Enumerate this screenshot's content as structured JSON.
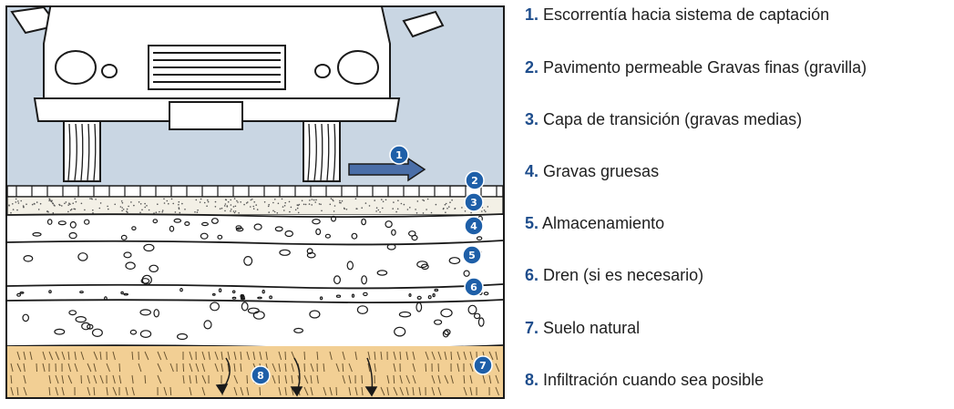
{
  "diagram": {
    "colors": {
      "sky": "#c9d6e3",
      "soil": "#f2cf94",
      "badge": "#1e5fa8",
      "arrow": "#4a6ea8",
      "legend_number": "#1e4d8c"
    },
    "badges": [
      "1",
      "2",
      "3",
      "4",
      "5",
      "6",
      "7",
      "8"
    ]
  },
  "legend": {
    "items": [
      {
        "num": "1.",
        "text": " Escorrentía hacia sistema de captación"
      },
      {
        "num": "2.",
        "text": " Pavimento permeable Gravas finas (gravilla)"
      },
      {
        "num": "3.",
        "text": " Capa de transición (gravas medias)"
      },
      {
        "num": "4.",
        "text": " Gravas gruesas"
      },
      {
        "num": "5.",
        "text": " Almacenamiento"
      },
      {
        "num": "6.",
        "text": " Dren (si es necesario)"
      },
      {
        "num": "7.",
        "text": " Suelo natural"
      },
      {
        "num": "8.",
        "text": " Infiltración cuando sea posible"
      }
    ]
  }
}
